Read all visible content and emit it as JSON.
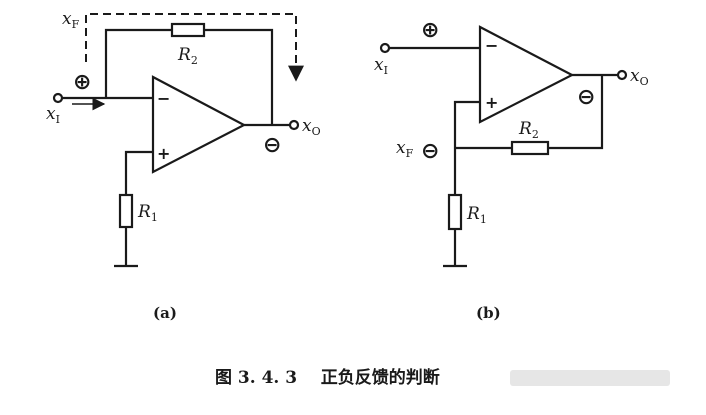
{
  "circuit_a": {
    "caption": "(a)",
    "xF": "x",
    "xF_sub": "F",
    "xI": "x",
    "xI_sub": "I",
    "xO": "x",
    "xO_sub": "O",
    "R2": "R",
    "R2_sub": "2",
    "R1": "R",
    "R1_sub": "1",
    "input_sign": "⊕",
    "output_sign": "⊖",
    "inv_terminal": "−",
    "noninv_terminal": "+"
  },
  "circuit_b": {
    "caption": "(b)",
    "xI": "x",
    "xI_sub": "I",
    "xO": "x",
    "xO_sub": "O",
    "xF": "x",
    "xF_sub": "F",
    "R2": "R",
    "R2_sub": "2",
    "R1": "R",
    "R1_sub": "1",
    "input_sign": "⊕",
    "output_sign": "⊖",
    "feedback_sign": "⊖",
    "inv_terminal": "−",
    "noninv_terminal": "+"
  },
  "figure_caption": "图 3. 4. 3    正负反馈的判断"
}
